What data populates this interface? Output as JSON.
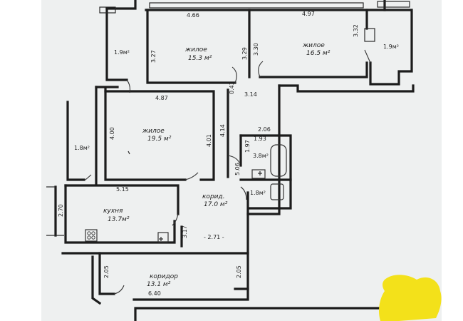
{
  "plan": {
    "rooms": [
      {
        "id": "bedroom-1",
        "name": "жилое",
        "area": "15.3 м²"
      },
      {
        "id": "bedroom-2",
        "name": "жилое",
        "area": "16.5 м²"
      },
      {
        "id": "living",
        "name": "жилое",
        "area": "19.5 м²"
      },
      {
        "id": "kitchen",
        "name": "кухня",
        "area": "13.7м²"
      },
      {
        "id": "corridor-1",
        "name": "корид.",
        "area": "17.0 м²"
      },
      {
        "id": "corridor-2",
        "name": "коридор",
        "area": "13.1 м²"
      },
      {
        "id": "bath",
        "name": "",
        "area": "3.8м²"
      },
      {
        "id": "wc",
        "name": "",
        "area": "1.8м²"
      },
      {
        "id": "balcony-1",
        "name": "",
        "area": "1.9м²"
      },
      {
        "id": "balcony-2",
        "name": "",
        "area": "1.9м²"
      },
      {
        "id": "balcony-3",
        "name": "",
        "area": "1.8м²"
      }
    ],
    "dimensions": {
      "d466": "4.66",
      "d497": "4.97",
      "d327": "3.27",
      "d329": "3.29",
      "d330": "3.30",
      "d332": "3.32",
      "d043": "0.43",
      "d314": "3.14",
      "d487": "4.87",
      "d400": "4.00",
      "d401": "4.01",
      "d414": "4.14",
      "d206": "2.06",
      "d193": "1.93",
      "d197": "1.97",
      "d506": "5.06",
      "d515": "5.15",
      "d270": "2.70",
      "d317": "3.17",
      "d271": "- 2.71 -",
      "d205a": "2.05",
      "d205b": "2.05",
      "d640": "6.40"
    },
    "colors": {
      "wall": "#1c1c1c",
      "paper": "#eef0f0",
      "highlight": "#f3e11a"
    }
  }
}
